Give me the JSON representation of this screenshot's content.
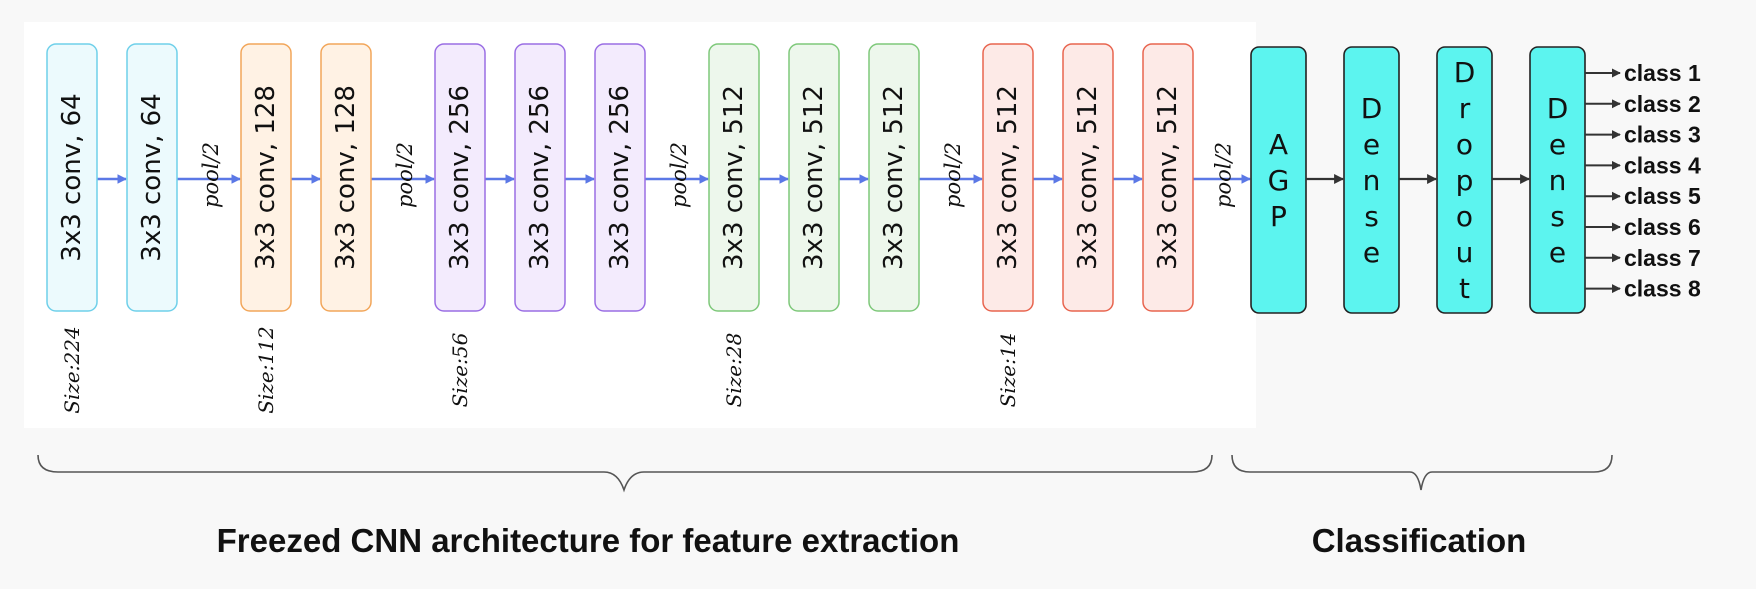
{
  "layers": [
    {
      "label": "3x3 conv,  64",
      "fill": "#ecfafd",
      "stroke": "#6fd0ea"
    },
    {
      "label": "3x3 conv,  64",
      "fill": "#ecfafd",
      "stroke": "#6fd0ea"
    },
    {
      "label": "3x3 conv,  128",
      "fill": "#fff2e4",
      "stroke": "#f2a65a"
    },
    {
      "label": "3x3 conv,  128",
      "fill": "#fff2e4",
      "stroke": "#f2a65a"
    },
    {
      "label": "3x3 conv,  256",
      "fill": "#f3ebfd",
      "stroke": "#9a6ee4"
    },
    {
      "label": "3x3 conv,  256",
      "fill": "#f3ebfd",
      "stroke": "#9a6ee4"
    },
    {
      "label": "3x3 conv,  256",
      "fill": "#f3ebfd",
      "stroke": "#9a6ee4"
    },
    {
      "label": "3x3 conv,  512",
      "fill": "#edf7ec",
      "stroke": "#7ec87a"
    },
    {
      "label": "3x3 conv,  512",
      "fill": "#edf7ec",
      "stroke": "#7ec87a"
    },
    {
      "label": "3x3 conv,  512",
      "fill": "#edf7ec",
      "stroke": "#7ec87a"
    },
    {
      "label": "3x3 conv,  512",
      "fill": "#fdeae7",
      "stroke": "#e8654f"
    },
    {
      "label": "3x3 conv,  512",
      "fill": "#fdeae7",
      "stroke": "#e8654f"
    },
    {
      "label": "3x3 conv,  512",
      "fill": "#fdeae7",
      "stroke": "#e8654f"
    }
  ],
  "pool_label": "pool/2",
  "sizes": [
    "Size:224",
    "Size:112",
    "Size:56",
    "Size:28",
    "Size:14"
  ],
  "classifier": [
    {
      "label": "AGP"
    },
    {
      "label": "Dense"
    },
    {
      "label": "Dropout"
    },
    {
      "label": "Dense"
    }
  ],
  "outputs": [
    "class 1",
    "class 2",
    "class 3",
    "class 4",
    "class 5",
    "class 6",
    "class 7",
    "class 8"
  ],
  "captions": {
    "feature": "Freezed CNN architecture for feature extraction",
    "classification": "Classification"
  },
  "colors": {
    "arrow": "#5b78e6",
    "classifier_fill": "#5cf4ef",
    "classifier_stroke": "#222222",
    "brace": "#555555",
    "panel": "#ffffff",
    "background": "#f8f8f8"
  }
}
